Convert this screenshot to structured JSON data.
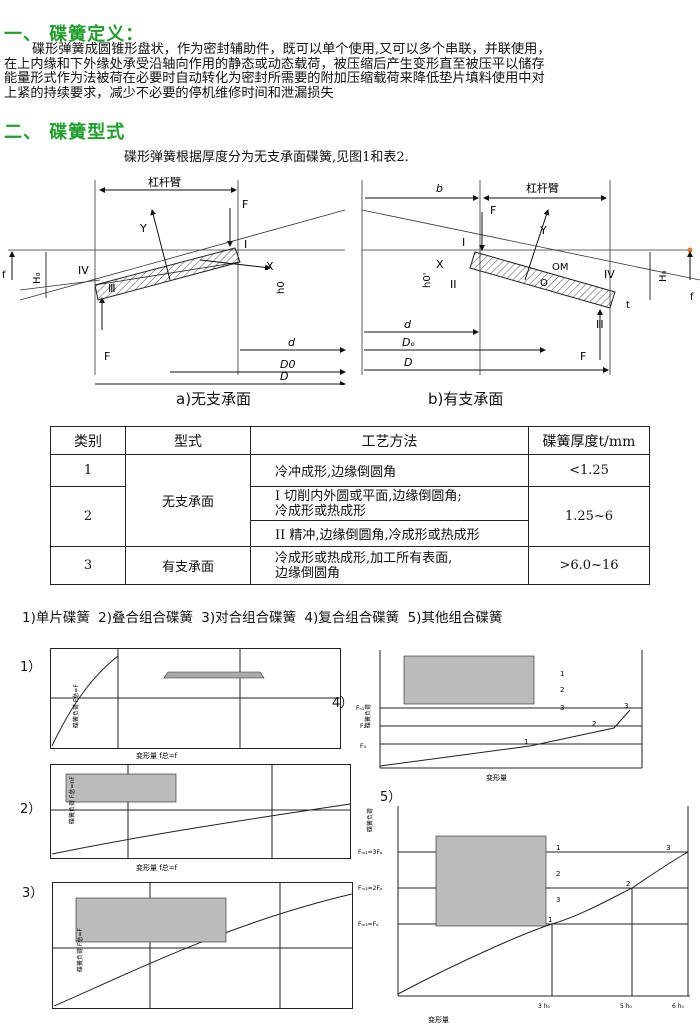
{
  "section1": {
    "title": "一、 碟簧定义："
  },
  "definition": {
    "line1": "碟形弹簧成圆锥形盘状，作为密封辅助件，既可以单个使用,又可以多个串联，并联使用，",
    "line2": "在上内缘和下外缘处承受沿轴向作用的静态或动态载荷，被压缩后产生变形直至被压平以储存",
    "line3": "能量形式作为法被荷在必要时自动转化为密封所需要的附加压缩载荷来降低垫片填料使用中对",
    "line4": "上紧的持续要求，减少不必要的停机维修时间和泄漏损失"
  },
  "section2": {
    "title": "二、 碟簧型式"
  },
  "intro": "碟形弹簧根据厚度分为无支承面碟簧,见图1和表2.",
  "diagram": {
    "caption_a": "a)无支承面",
    "caption_b": "b)有支承面",
    "lever_a": "杠杆臂",
    "lever_b": "杠杆臂",
    "labels": {
      "F": "F",
      "I": "I",
      "II": "II",
      "III": "Ⅲ",
      "IV": "IV",
      "X": "X",
      "Y": "Y",
      "H0": "H₀",
      "h0": "h0",
      "d": "d",
      "D0": "D0",
      "D": "D",
      "f": "f",
      "b": "b",
      "OM": "OM",
      "O": "O",
      "t": "t",
      "h0p": "h0'",
      "Ds": "Dₒ"
    }
  },
  "table": {
    "headers": [
      "类别",
      "型式",
      "工艺方法",
      "碟簧厚度t/mm"
    ],
    "rows": [
      {
        "cat": "1",
        "type": "",
        "process": "冷冲成形,边缘倒圆角",
        "thick": "<1.25"
      },
      {
        "cat": "2",
        "type": "无支承面",
        "process1": "I 切削内外圆或平面,边缘倒圆角;",
        "process1b": "冷成形或热成形",
        "process2": "II 精冲,边缘倒圆角,冷成形或热成形",
        "thick": "1.25~6"
      },
      {
        "cat": "3",
        "type": "有支承面",
        "process": "冷成形或热成形,加工所有表面,",
        "processb": "边缘倒圆角",
        "thick": ">6.0~16"
      }
    ]
  },
  "combo_types": "1)单片碟簧  2)叠合组合碟簧  3)对合组合碟簧  4)复合组合碟簧  5)其他组合碟簧",
  "figures": {
    "f1": {
      "label": "1）",
      "ylabel": "碟簧负荷 F总=F",
      "xlabel": "变形量 f总=f"
    },
    "f2": {
      "label": "2）",
      "ylabel": "碟簧负荷 F总=nF",
      "xlabel": "变形量 f总=f"
    },
    "f3": {
      "label": "3）",
      "ylabel": "碟簧负荷 F总=F"
    },
    "f4": {
      "label": "4）",
      "ylabel": "碟簧负荷",
      "xlabel": "变形量",
      "ticks": [
        "Fₙ₁",
        "F₂",
        "F₃"
      ],
      "marks": [
        "1",
        "2",
        "3"
      ],
      "markers": [
        "1",
        "2",
        "3"
      ]
    },
    "f5": {
      "label": "5）",
      "ylabel": "碟簧负荷",
      "xlabel": "变形量",
      "ticks": [
        "Fₘ₁=3Fₐ",
        "Fₘ₂=2Fₐ",
        "Fₘ₃=Fₐ"
      ],
      "marks": [
        "1",
        "2",
        "3"
      ],
      "markers": [
        "1",
        "2",
        "3"
      ],
      "xticks": [
        "3 h₀",
        "5 h₀",
        "6 h₀"
      ]
    }
  }
}
